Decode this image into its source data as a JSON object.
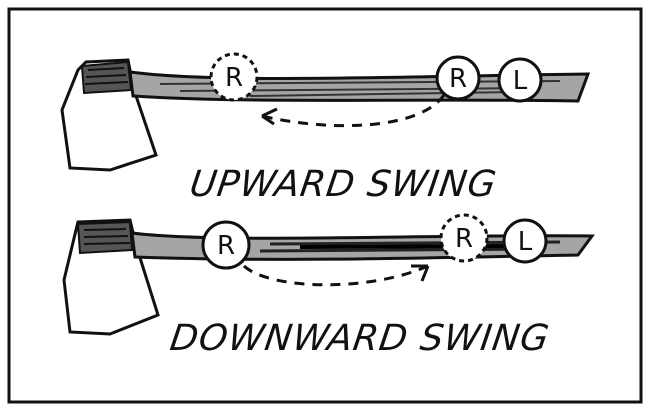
{
  "upward": {
    "caption": "UPWARD SWING",
    "marker_left": "R",
    "marker_right_r": "R",
    "marker_right_l": "L"
  },
  "downward": {
    "caption": "DOWNWARD SWING",
    "marker_left": "R",
    "marker_right_r": "R",
    "marker_right_l": "L"
  },
  "colors": {
    "ink": "#111111",
    "paper": "#ffffff",
    "handle_fill": "#9a9a9a"
  }
}
